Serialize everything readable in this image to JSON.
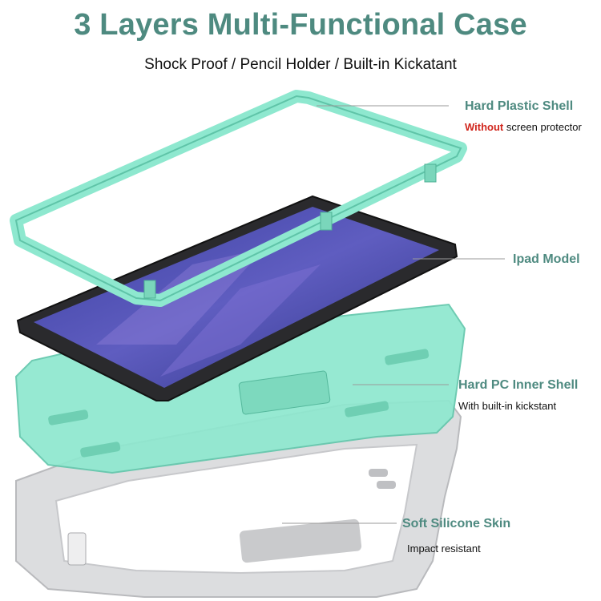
{
  "header": {
    "title": "3 Layers Multi-Functional Case",
    "subtitle": "Shock Proof / Pencil Holder / Built-in Kickatant"
  },
  "callouts": {
    "shell": {
      "label": "Hard Plastic Shell",
      "note_emphasis": "Without",
      "note_rest": " screen protector"
    },
    "model": {
      "label": "Ipad Model"
    },
    "inner": {
      "label": "Hard PC Inner Shell",
      "note": "With built-in kickstant"
    },
    "skin": {
      "label": "Soft Silicone Skin",
      "note": "Impact resistant"
    }
  },
  "colors": {
    "accent": "#4e8a80",
    "mint": "#8ee8cf",
    "emphasis": "#d1261d",
    "silicone": "#d9dadb",
    "screen": "#3e43a8"
  }
}
